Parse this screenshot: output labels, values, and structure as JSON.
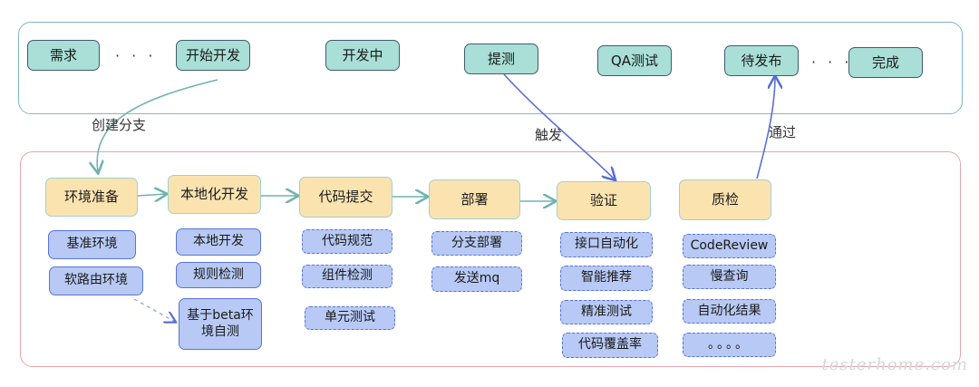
{
  "status_flow": {
    "items": [
      "需求",
      "开始开发",
      "开发中",
      "提测",
      "QA测试",
      "待发布",
      "完成"
    ],
    "ellipsis": "· · ·"
  },
  "phases": [
    {
      "label": "环境准备",
      "subs": [
        "基准环境",
        "软路由环境"
      ],
      "extra": "基于beta环境自测"
    },
    {
      "label": "本地化开发",
      "subs": [
        "本地开发",
        "规则检测"
      ]
    },
    {
      "label": "代码提交",
      "subs": [
        "代码规范",
        "组件检测",
        "单元测试"
      ]
    },
    {
      "label": "部署",
      "subs": [
        "分支部署",
        "发送mq"
      ]
    },
    {
      "label": "验证",
      "subs": [
        "接口自动化",
        "智能推荐",
        "精准测试",
        "代码覆盖率"
      ]
    },
    {
      "label": "质检",
      "subs": [
        "CodeReview",
        "慢查询",
        "自动化结果",
        "。。。。"
      ]
    }
  ],
  "arrow_labels": {
    "create_branch": "创建分支",
    "trigger": "触发",
    "pass": "通过"
  },
  "extra_sub": {
    "line1": "基于beta环",
    "line2": "境自测"
  },
  "watermark": "testerhome.com",
  "colors": {
    "status_fill": "#a9dfd6",
    "phase_fill": "#fbe3b0",
    "sub_fill": "#b7c9f4",
    "top_frame": "#7fb8c4",
    "bottom_frame": "#e8a4ad",
    "arrow_blue": "#5a6fd6",
    "arrow_teal": "#6fb2b0"
  }
}
